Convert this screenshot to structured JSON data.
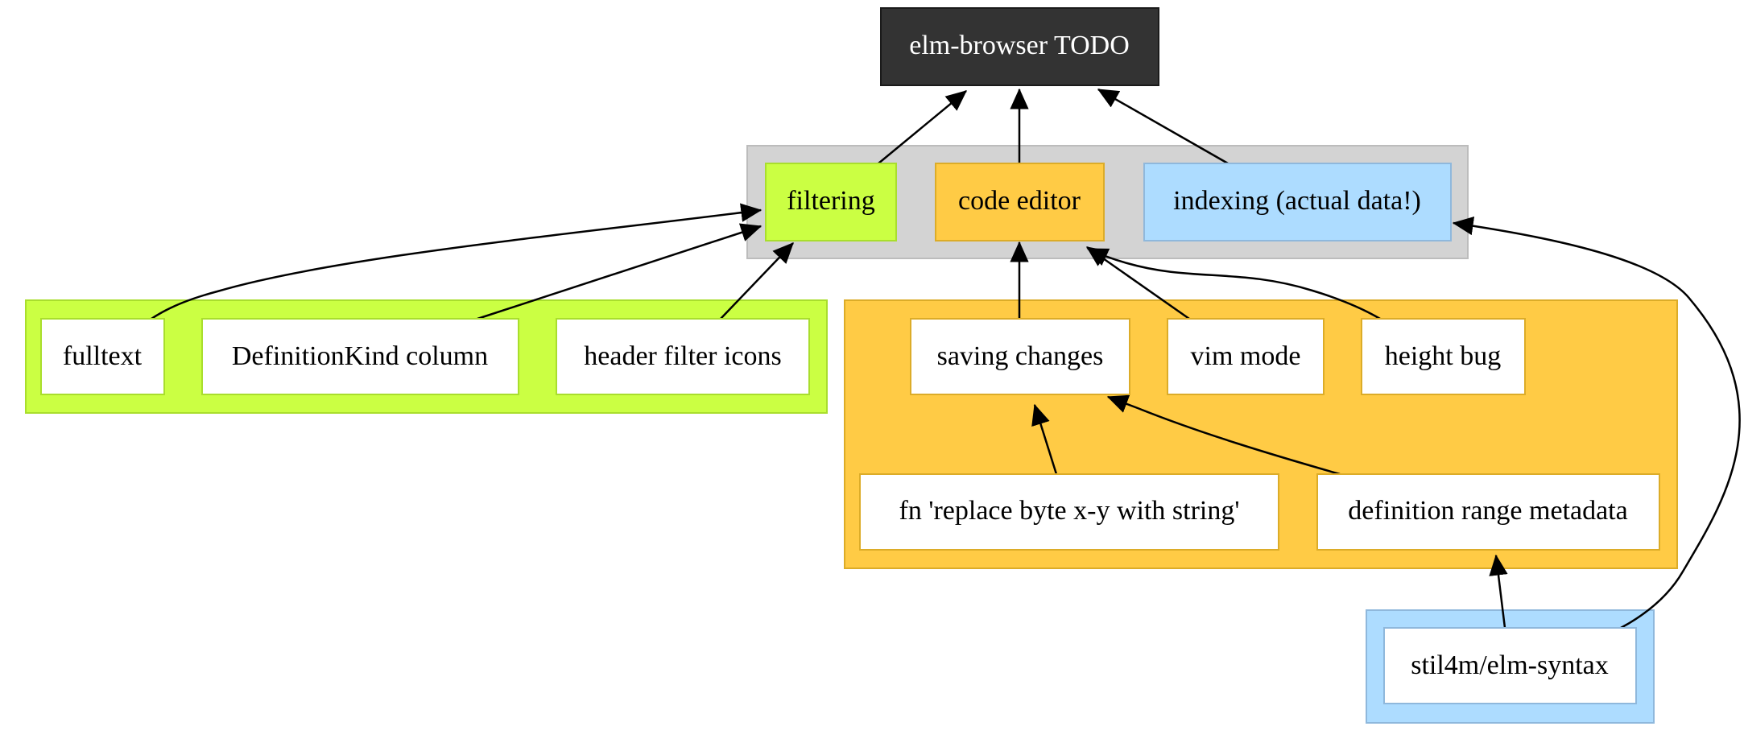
{
  "colors": {
    "background": "#ffffff",
    "root_fill": "#333333",
    "root_text": "#ffffff",
    "gray_cluster": "#d3d3d3",
    "gray_cluster_border": "#bcbcbc",
    "lime": "#cbff43",
    "lime_border": "#a9de2d",
    "orange": "#ffcb45",
    "orange_border": "#dcac28",
    "blue": "#addcff",
    "blue_border": "#8fb8dc",
    "edge": "#000000",
    "leaf_fill": "#ffffff",
    "text": "#000000"
  },
  "nodes": {
    "root": "elm-browser TODO",
    "filtering": "filtering",
    "code_editor": "code editor",
    "indexing": "indexing (actual data!)",
    "fulltext": "fulltext",
    "definitionkind_column": "DefinitionKind column",
    "header_filter_icons": "header filter icons",
    "saving_changes": "saving changes",
    "vim_mode": "vim mode",
    "height_bug": "height bug",
    "fn_replace_byte": "fn 'replace byte x-y with string'",
    "definition_range_metadata": "definition range metadata",
    "elm_syntax": "stil4m/elm-syntax"
  },
  "edges": [
    {
      "from": "filtering",
      "to": "root"
    },
    {
      "from": "code_editor",
      "to": "root"
    },
    {
      "from": "indexing",
      "to": "root"
    },
    {
      "from": "fulltext",
      "to": "filtering"
    },
    {
      "from": "definitionkind_column",
      "to": "filtering"
    },
    {
      "from": "header_filter_icons",
      "to": "filtering"
    },
    {
      "from": "saving_changes",
      "to": "code_editor"
    },
    {
      "from": "vim_mode",
      "to": "code_editor"
    },
    {
      "from": "height_bug",
      "to": "code_editor"
    },
    {
      "from": "fn_replace_byte",
      "to": "saving_changes"
    },
    {
      "from": "definition_range_metadata",
      "to": "saving_changes"
    },
    {
      "from": "elm_syntax",
      "to": "definition_range_metadata"
    },
    {
      "from": "elm_syntax",
      "to": "indexing"
    }
  ]
}
